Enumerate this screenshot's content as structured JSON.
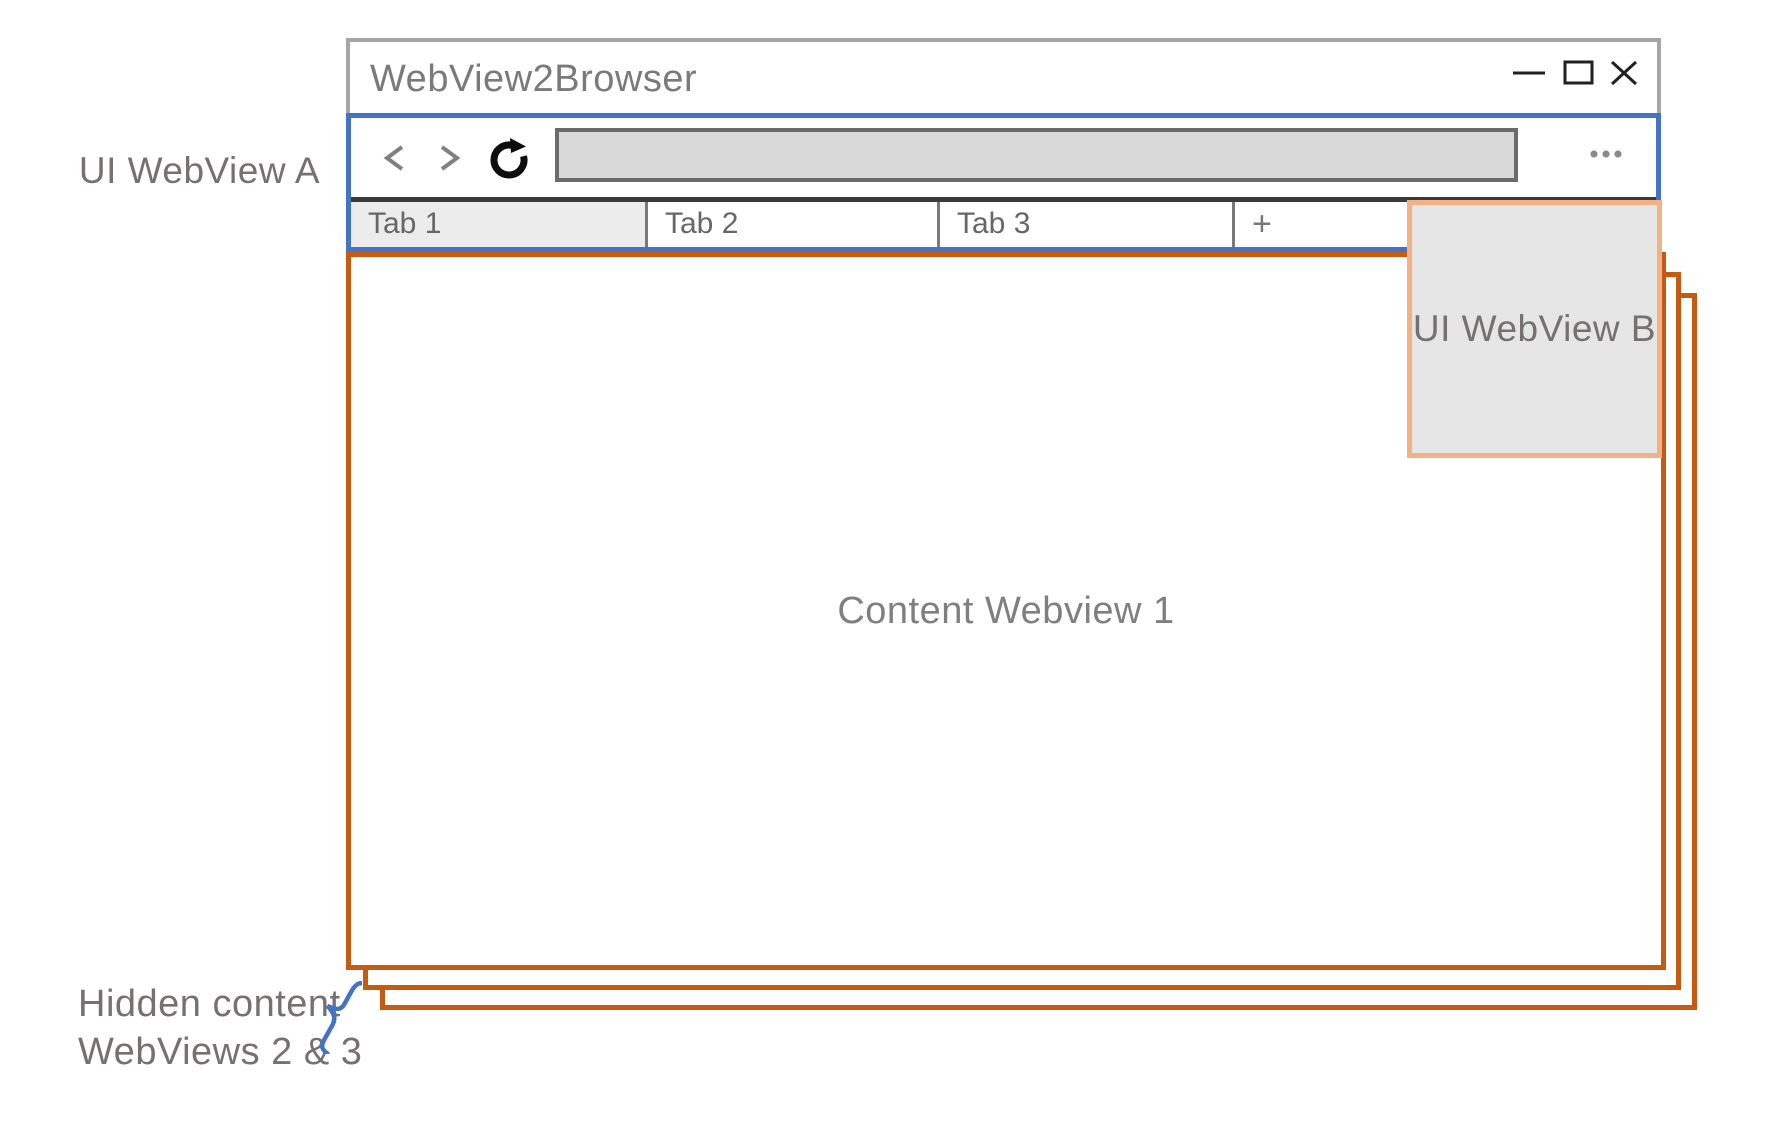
{
  "browser": {
    "title": "WebView2Browser",
    "window_controls": {
      "minimize_icon": "minimize-dash",
      "maximize_icon": "maximize-square",
      "close_icon": "close-x"
    },
    "nav": {
      "back_icon": "chevron-left",
      "forward_icon": "chevron-right",
      "reload_icon": "reload-circular-arrow",
      "menu_icon": "ellipsis-dots",
      "address_value": ""
    },
    "tabs": [
      {
        "label": "Tab 1",
        "active": true
      },
      {
        "label": "Tab 2",
        "active": false
      },
      {
        "label": "Tab 3",
        "active": false
      },
      {
        "label": "+",
        "active": false
      }
    ],
    "content_label": "Content Webview 1"
  },
  "annotations": {
    "ui_webview_a": "UI WebView A",
    "ui_webview_b": "UI WebView B",
    "hidden_line1": "Hidden content",
    "hidden_line2": "WebViews 2 & 3"
  },
  "colors": {
    "accent_blue": "#4472C4",
    "orange": "#C55A11",
    "light_orange": "#F4B183",
    "window_border_gray": "#A6A6A6",
    "panel_gray": "#E7E6E6",
    "address_fill": "#D9D9D9",
    "label_gray": "#767171"
  }
}
